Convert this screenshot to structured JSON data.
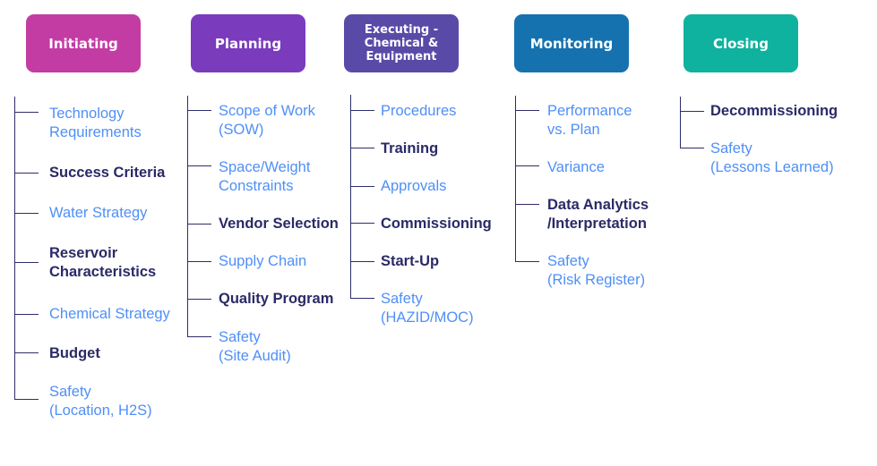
{
  "colors": {
    "initiating": "#c33ca4",
    "planning": "#7a3bbd",
    "executing": "#5a4aa7",
    "monitoring": "#1572ae",
    "closing": "#0fb29e",
    "line": "#2e2d6b",
    "item_regular": "#4f8ff7",
    "item_bold": "#2a2a67"
  },
  "phases": [
    {
      "id": "initiating",
      "title": "Initiating",
      "items": [
        {
          "text": "Technology\nRequirements",
          "bold": false
        },
        {
          "text": "Success Criteria",
          "bold": true
        },
        {
          "text": "Water Strategy",
          "bold": false
        },
        {
          "text": "Reservoir\nCharacteristics",
          "bold": true
        },
        {
          "text": "Chemical Strategy",
          "bold": false
        },
        {
          "text": "Budget",
          "bold": true
        },
        {
          "text": "Safety\n(Location, H2S)",
          "bold": false
        }
      ]
    },
    {
      "id": "planning",
      "title": "Planning",
      "items": [
        {
          "text": "Scope of Work\n(SOW)",
          "bold": false
        },
        {
          "text": "Space/Weight\nConstraints",
          "bold": false
        },
        {
          "text": "Vendor Selection",
          "bold": true
        },
        {
          "text": "Supply Chain",
          "bold": false
        },
        {
          "text": "Quality Program",
          "bold": true
        },
        {
          "text": "Safety\n(Site Audit)",
          "bold": false
        }
      ]
    },
    {
      "id": "executing",
      "title": "Executing -\nChemical &\nEquipment",
      "items": [
        {
          "text": "Procedures",
          "bold": false
        },
        {
          "text": "Training",
          "bold": true
        },
        {
          "text": "Approvals",
          "bold": false
        },
        {
          "text": "Commissioning",
          "bold": true
        },
        {
          "text": "Start-Up",
          "bold": true
        },
        {
          "text": "Safety\n(HAZID/MOC)",
          "bold": false
        }
      ]
    },
    {
      "id": "monitoring",
      "title": "Monitoring",
      "items": [
        {
          "text": "Performance\nvs. Plan",
          "bold": false
        },
        {
          "text": "Variance",
          "bold": false
        },
        {
          "text": "Data Analytics\n/Interpretation",
          "bold": true
        },
        {
          "text": "Safety\n(Risk Register)",
          "bold": false
        }
      ]
    },
    {
      "id": "closing",
      "title": "Closing",
      "items": [
        {
          "text": "Decommissioning",
          "bold": true
        },
        {
          "text": "Safety\n(Lessons Learned)",
          "bold": false
        }
      ]
    }
  ]
}
